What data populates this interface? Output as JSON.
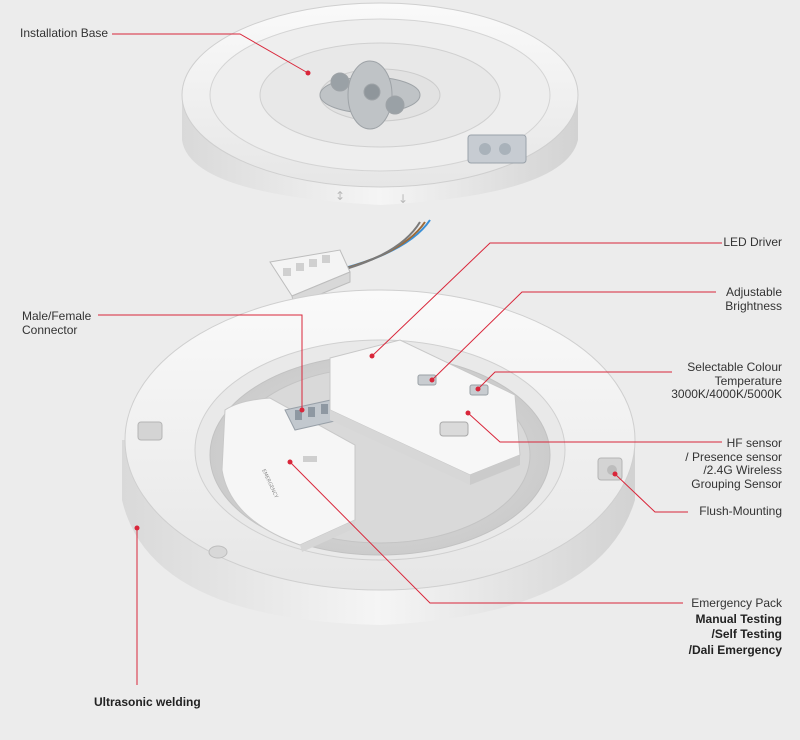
{
  "labels": {
    "installation_base": "Installation Base",
    "led_driver": "LED Driver",
    "adjustable_brightness": [
      "Adjustable",
      "Brightness"
    ],
    "male_female_connector": [
      "Male/Female",
      "Connector"
    ],
    "selectable_colour_temperature": [
      "Selectable Colour",
      "Temperature",
      "3000K/4000K/5000K"
    ],
    "hf_sensor": [
      "HF sensor",
      "/ Presence sensor",
      "/2.4G Wireless",
      "Grouping Sensor"
    ],
    "flush_mounting": "Flush-Mounting",
    "emergency_pack": "Emergency  Pack",
    "emergency_features": [
      "Manual Testing",
      "/Self Testing",
      "/Dali Emergency"
    ],
    "ultrasonic_welding": "Ultrasonic welding"
  },
  "colors": {
    "background": "#ececec",
    "leader_line": "#d9263a",
    "housing": "#f4f4f4",
    "housing_shadow": "#d6d6d6",
    "text": "#333333"
  }
}
